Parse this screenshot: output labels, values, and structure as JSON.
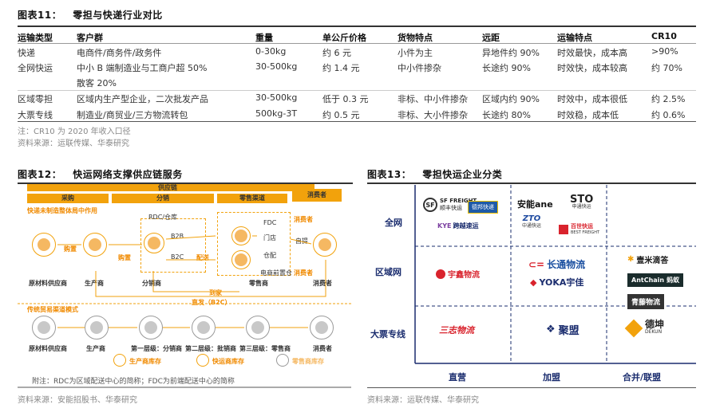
{
  "fig11": {
    "num": "图表11：",
    "title": "零担与快递行业对比",
    "headers": [
      "运输类型",
      "客户群",
      "重量",
      "单公斤价格",
      "货物特点",
      "远距",
      "运输特点",
      "CR10"
    ],
    "rows": [
      [
        "快递",
        "电商件/商务件/政务件",
        "0-30kg",
        "约 6 元",
        "小件为主",
        "异地件约 90%",
        "时效最快，成本高",
        ">90%"
      ],
      [
        "全网快运",
        "中小 B 端制造业与工商户超 50%",
        "30-500kg",
        "约 1.4 元",
        "中小件掺杂",
        "长途约 90%",
        "时效快，成本较高",
        "约 70%"
      ],
      [
        "",
        "散客 20%",
        "",
        "",
        "",
        "",
        "",
        ""
      ],
      [
        "区域零担",
        "区域内生产型企业，二次批发产品",
        "30-500kg",
        "低于 0.3 元",
        "非标、中小件掺杂",
        "区域内约 90%",
        "时效中，成本很低",
        "约 2.5%"
      ],
      [
        "大票专线",
        "制造业/商贸业/三方物流转包",
        "500kg-3T",
        "约 0.5 元",
        "非标、大小件掺杂",
        "长途约 80%",
        "时效稳，成本低",
        "约 0.6%"
      ]
    ],
    "note": "注：CR10 为 2020 年收入口径",
    "source": "资料来源：运联传媒、华泰研究"
  },
  "fig12": {
    "num": "图表12：",
    "title": "快运网络支撑供应链服务",
    "top_bar": "供应链",
    "stages": [
      "采购",
      "分销",
      "零售渠道"
    ],
    "consumer": "消费者",
    "mode1": "快递未制造整体局中作用",
    "mode2": "传统贸易渠道模式",
    "node_labels": {
      "raw": "原材料供应商",
      "mfr": "生产商",
      "dist": "分销商",
      "retail": "零售商",
      "consumer": "消费者",
      "cons2": "消费者",
      "raw2": "原材料供应商",
      "mfr2": "生产商",
      "d1": "第一层级：分销商",
      "d2": "第二层级：批销商",
      "d3": "第三层级：零售商"
    },
    "flow_labels": {
      "buy": "购置",
      "b2b": "B2B",
      "b2c": "B2C",
      "rdc": "RDC/仓库",
      "fdc": "FDC",
      "store": "门店",
      "wh": "仓配",
      "online": "电商前置仓",
      "pickup": "自提",
      "deliver": "配送",
      "home": "到家",
      "direct": "直发（B2C）",
      "cons_top": "消费者",
      "cons_mid": "消费者"
    },
    "legend": [
      "生产商库存",
      "快运商库存",
      "零售商库存"
    ],
    "footnote": "附注：RDC为区域配送中心的简称；FDC为前端配送中心的简称",
    "source": "资料来源：安能招股书、华泰研究"
  },
  "fig13": {
    "num": "图表13：",
    "title": "零担快运企业分类",
    "rows": [
      "全网",
      "区域网",
      "大票专线"
    ],
    "cols": [
      "直营",
      "加盟",
      "合并/联盟"
    ],
    "logos": {
      "sf": "顺丰快运",
      "sf_en": "SF FREIGHT",
      "debang": "德邦快递",
      "kuayue": "跨越速运",
      "ane": "安能ane",
      "zto": "中通快运",
      "zto_en": "ZTO FREIGHT",
      "sto": "申通快运",
      "sto_en": "STO FREIGHT",
      "best": "百世快运",
      "best_en": "BEST FREIGHT",
      "yuda": "宇鑫物流",
      "changtong": "长通物流",
      "yoka": "YOKA宇佳",
      "yimi": "壹米滴答",
      "antchain": "AntChain",
      "antchain_cn": "蚂蚁",
      "qingshu": "青藤物流",
      "sanzhou": "三志物流",
      "jumeng": "聚盟",
      "dekun": "德坤",
      "dekun_en": "DEKUN"
    },
    "source": "资料来源：运联传媒、华泰研究"
  },
  "colors": {
    "orange": "#f2a20c",
    "navy": "#1a2c6e",
    "red": "#d9232d"
  }
}
